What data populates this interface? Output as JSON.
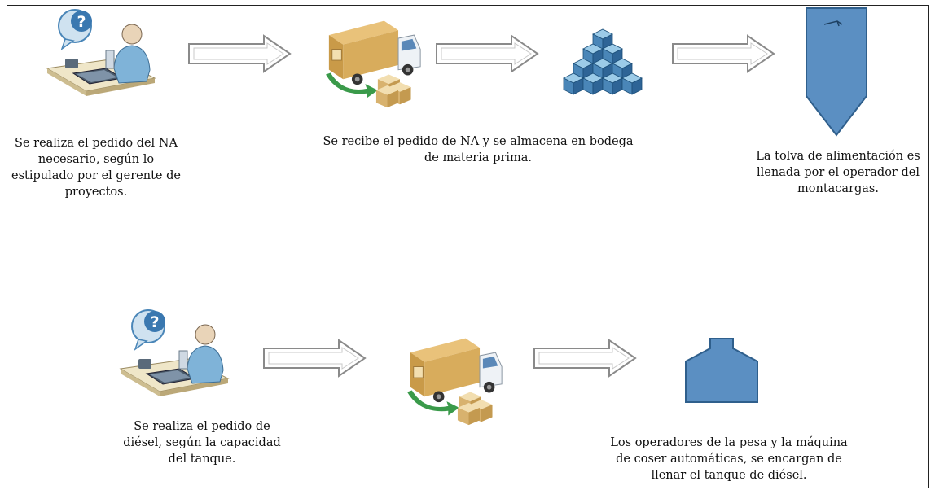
{
  "row1": {
    "step1_caption": "Se realiza el pedido del NA necesario, según lo estipulado por el gerente de proyectos.",
    "step2_caption": "Se recibe el pedido de NA y se almacena en bodega de materia prima.",
    "step3_caption": "La tolva de alimentación es llenada por el operador del montacargas."
  },
  "row2": {
    "step1_caption": "Se realiza el pedido de diésel, según la capacidad del tanque.",
    "step3_caption": "Los operadores de la pesa y la máquina de coser automáticas, se encargan de llenar el tanque de diésel."
  },
  "icons": {
    "person_order": "person-at-desk-with-question-icon",
    "truck_delivery": "delivery-truck-with-boxes-icon",
    "stacked_boxes": "stacked-cubes-icon",
    "hopper": "feed-hopper-icon",
    "tank": "diesel-tank-icon",
    "arrow": "hollow-right-arrow-icon"
  },
  "colors": {
    "accent_blue": "#4a86b8",
    "hopper_blue": "#5b8fc2",
    "box_tan": "#d9b26a",
    "green": "#3a9a4a"
  }
}
